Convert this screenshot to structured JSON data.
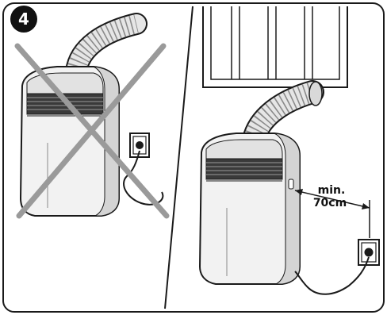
{
  "step_number": "4",
  "distance_label_line1": "min.",
  "distance_label_line2": "70cm",
  "colors": {
    "ink": "#1a1a1a",
    "mid_gray": "#8a8a8a",
    "light_gray": "#d9d9d9",
    "cross": "#9a9a9a",
    "badge": "#111111"
  },
  "icons": {
    "wrong_placement_cross": "x-mark-icon",
    "wall_socket": "power-outlet-icon"
  }
}
